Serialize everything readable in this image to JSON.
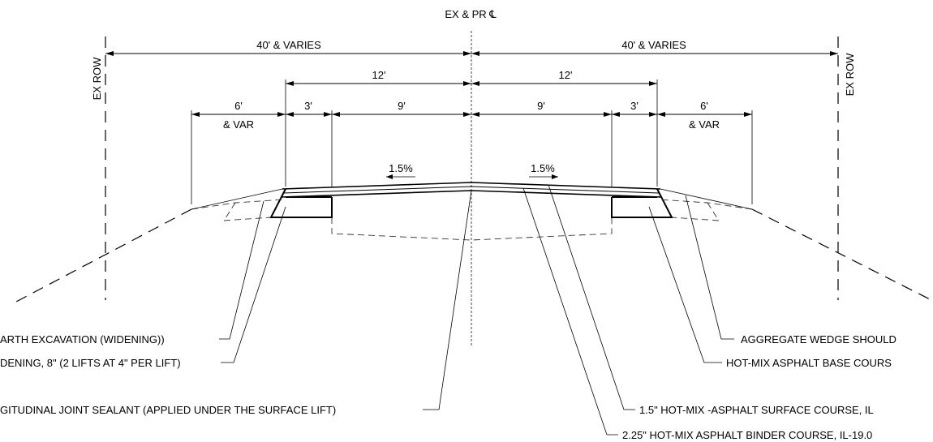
{
  "drawing": {
    "centerline_label": "EX & PR ℄",
    "row_left": "EX ROW",
    "row_right": "EX ROW",
    "dims": {
      "left_overall": "40' & VARIES",
      "right_overall": "40' & VARIES",
      "left_lane": "12'",
      "right_lane": "12'",
      "left_shoulder": "6'",
      "left_shoulder_var": "& VAR",
      "right_shoulder": "6'",
      "right_shoulder_var": "& VAR",
      "left_widening": "3'",
      "right_widening": "3'",
      "left_travel": "9'",
      "right_travel": "9'"
    },
    "slopes": {
      "left": "1.5%",
      "right": "1.5%"
    },
    "callouts": {
      "earth_excavation": "ARTH EXCAVATION (WIDENING))",
      "widening": "DENING, 8\" (2 LIFTS AT 4\" PER LIFT)",
      "joint_sealant": "GITUDINAL JOINT SEALANT (APPLIED UNDER THE SURFACE LIFT)",
      "aggregate_wedge": "AGGREGATE WEDGE SHOULD",
      "hma_base": "HOT-MIX ASPHALT BASE COURS",
      "hma_surface": "1.5\" HOT-MIX -ASPHALT SURFACE COURSE, IL",
      "hma_binder": "2.25\" HOT-MIX ASPHALT BINDER COURSE, IL-19.0"
    }
  }
}
